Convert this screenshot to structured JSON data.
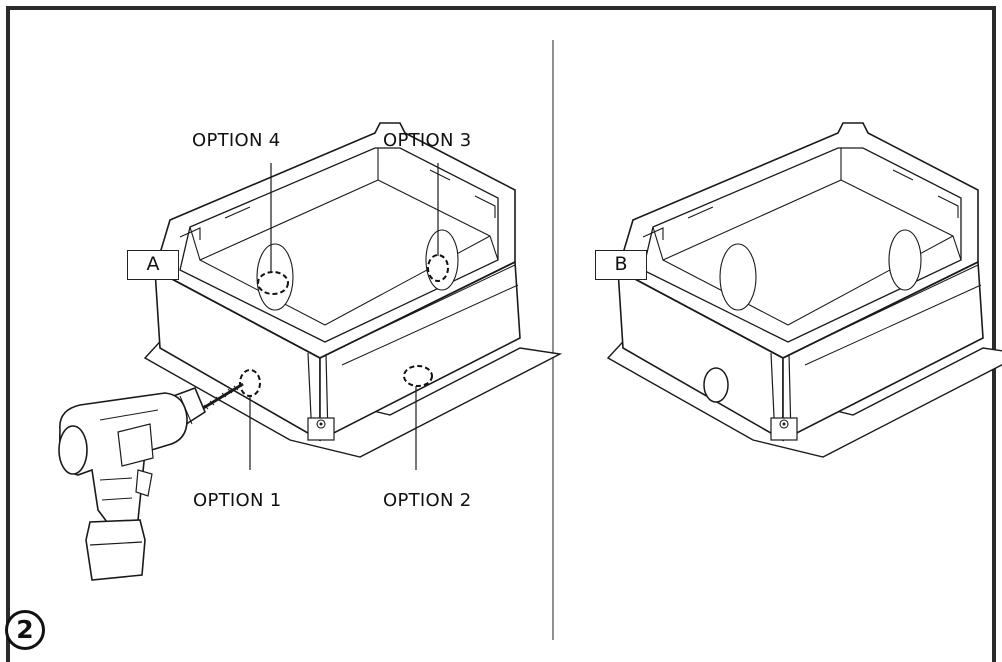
{
  "step_number": "2",
  "panels": {
    "a": {
      "label": "A"
    },
    "b": {
      "label": "B"
    }
  },
  "options": {
    "option_1": "OPTION 1",
    "option_2": "OPTION 2",
    "option_3": "OPTION 3",
    "option_4": "OPTION 4"
  },
  "colors": {
    "line": "#1a1a1a",
    "frame": "#2b2b2b",
    "background": "#ffffff"
  },
  "icons": [
    "power-drill-icon",
    "junction-box-icon",
    "knockout-marker-icon"
  ]
}
